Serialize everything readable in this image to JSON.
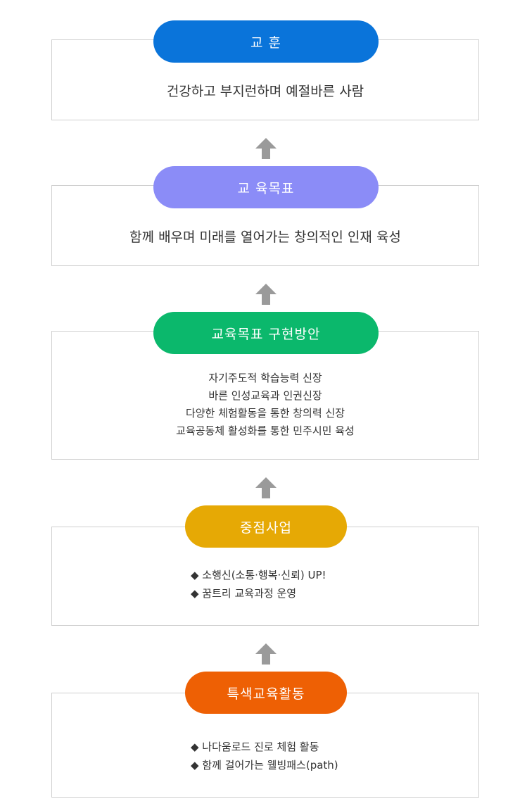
{
  "colors": {
    "motto": "#0a74da",
    "goal": "#8b8cf7",
    "plan": "#0bb86c",
    "focus": "#e6a905",
    "special": "#ee6004",
    "arrow": "#9a9a9a",
    "border": "#cfcfcf",
    "text": "#333333"
  },
  "icons": {
    "up_arrow": "up-arrow-icon",
    "bullet": "black-diamond"
  },
  "motto": {
    "title": "교 훈",
    "text": "건강하고 부지런하며 예절바른 사람"
  },
  "goal": {
    "title": "교 육목표",
    "text": "함께 배우며 미래를 열어가는 창의적인 인재 육성"
  },
  "plan": {
    "title": "교육목표 구현방안",
    "items": [
      "자기주도적 학습능력 신장",
      "바른 인성교육과 인권신장",
      "다양한 체험활동을 통한 창의력 신장",
      "교육공동체 활성화를 통한 민주시민 육성"
    ]
  },
  "focus": {
    "title": "중점사업",
    "items": [
      "◆ 소행신(소통·행복·신뢰) UP!",
      "◆ 꿈트리 교육과정 운영"
    ]
  },
  "special": {
    "title": "특색교육활동",
    "items": [
      "◆ 나다움로드 진로 체험 활동",
      "◆ 함께 걸어가는 웰빙패스(path)"
    ]
  }
}
